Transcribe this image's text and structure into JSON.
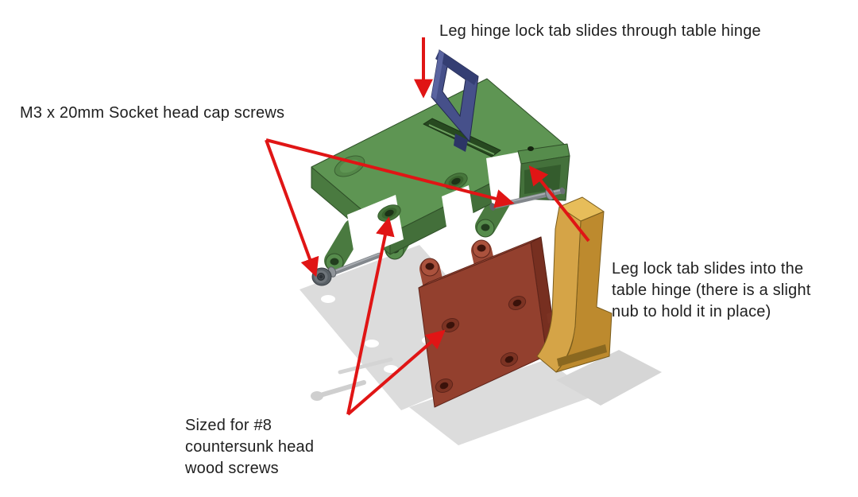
{
  "figure": {
    "kind": "exploded CAD assembly diagram",
    "subject": "folding table leg hinge assembly"
  },
  "annotations": {
    "top": {
      "text": "Leg hinge lock tab slides through table hinge"
    },
    "left": {
      "text": "M3 x 20mm Socket head cap screws"
    },
    "right": {
      "lines": [
        "Leg lock tab slides into the",
        "table hinge (there is a slight",
        "nub to hold it in place)"
      ]
    },
    "bottom": {
      "lines": [
        "Sized for #8",
        "countersunk head",
        "wood screws"
      ]
    }
  },
  "parts": {
    "table_hinge": {
      "name": "table hinge plate",
      "color": "#5e9553"
    },
    "leg_hinge": {
      "name": "leg hinge plate",
      "color": "#93402e"
    },
    "leg_hinge_lock_tab": {
      "name": "leg hinge lock tab",
      "color": "#46508a"
    },
    "leg_lock_tab": {
      "name": "leg lock tab",
      "color": "#d5a447"
    },
    "screws": {
      "name": "M3 x 20mm socket head cap screws",
      "count": 2,
      "color": "#82878c"
    }
  },
  "colors": {
    "arrow": "#e01515",
    "shadow": "#dcdcdc",
    "background": "#ffffff",
    "text": "#1f1f1f"
  }
}
